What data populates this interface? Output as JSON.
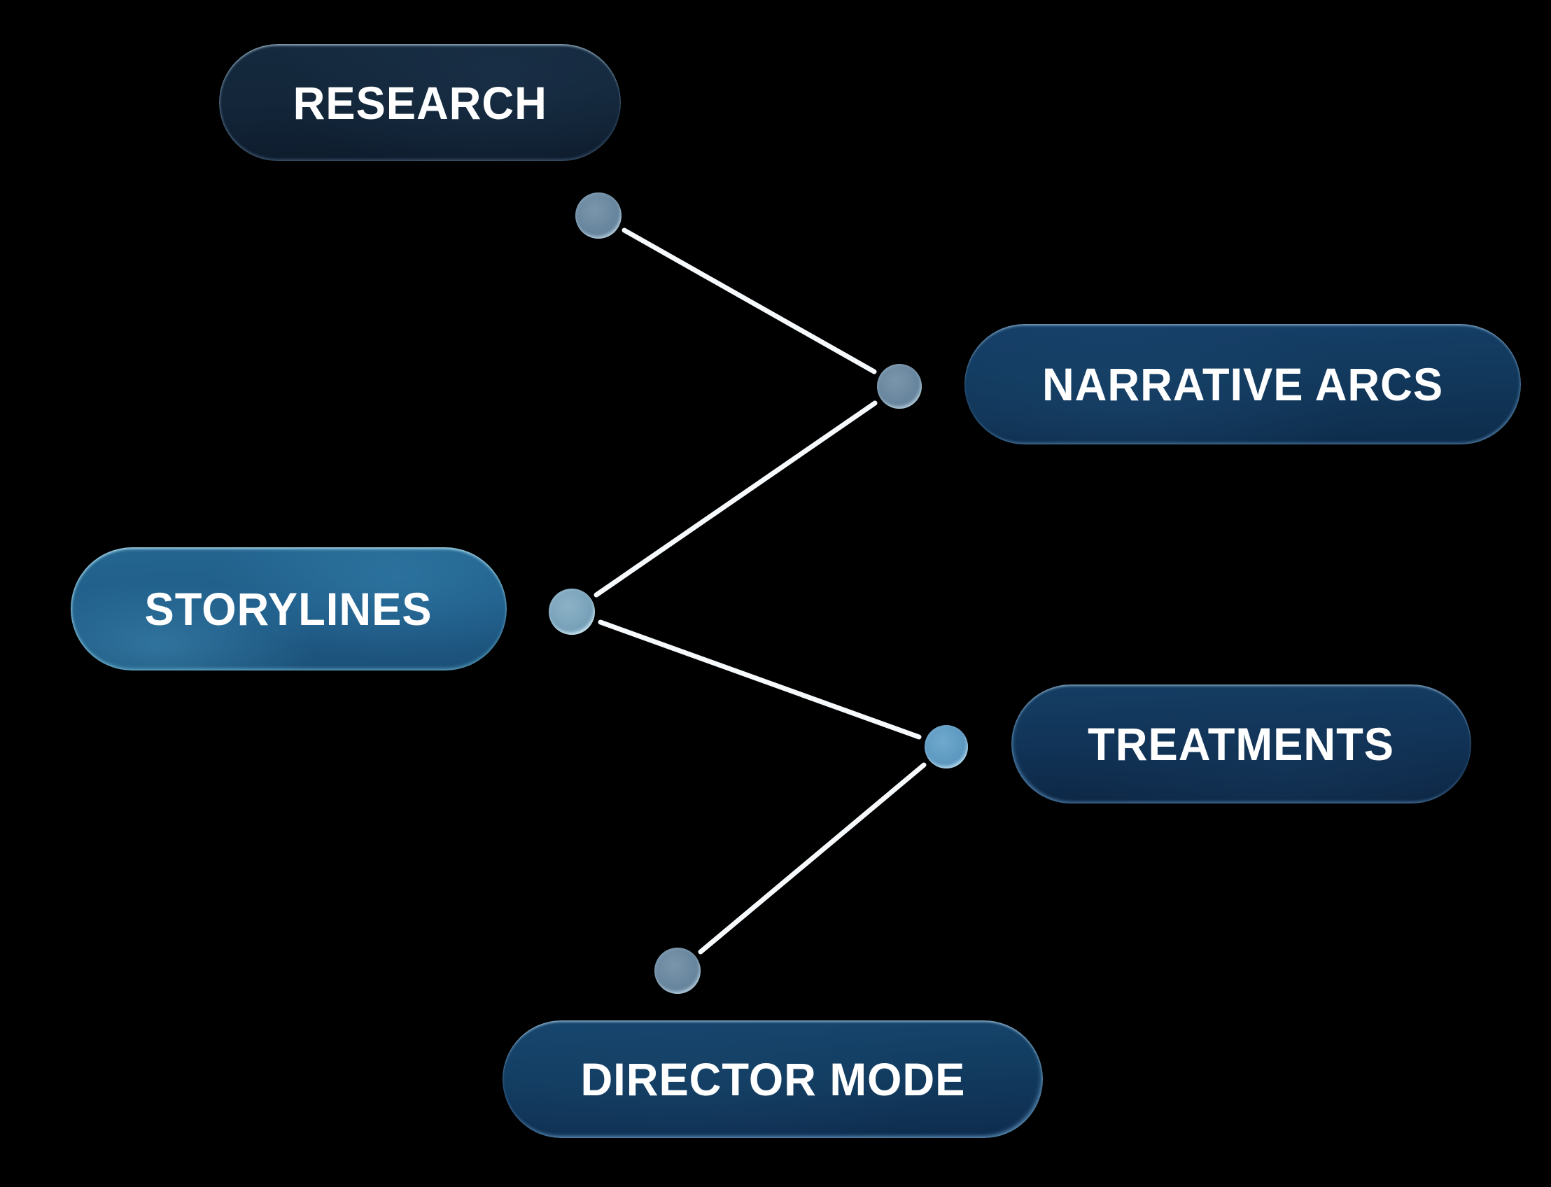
{
  "theme": {
    "background": "#000000",
    "label_text": "#ffffff",
    "connector_line": "#f7fafc"
  },
  "diagram": {
    "nodes": [
      {
        "id": "research",
        "label": "RESEARCH",
        "fill": "#13263a",
        "state": "default"
      },
      {
        "id": "narrative_arcs",
        "label": "NARRATIVE ARCS",
        "fill": "#123a5e",
        "state": "default"
      },
      {
        "id": "storylines",
        "label": "STORYLINES",
        "fill": "#1f5c88",
        "state": "highlighted"
      },
      {
        "id": "treatments",
        "label": "TREATMENTS",
        "fill": "#113458",
        "state": "default"
      },
      {
        "id": "director_mode",
        "label": "DIRECTOR MODE",
        "fill": "#123c60",
        "state": "default"
      }
    ],
    "connections": [
      {
        "from": "research",
        "to": "narrative_arcs"
      },
      {
        "from": "narrative_arcs",
        "to": "storylines"
      },
      {
        "from": "storylines",
        "to": "treatments"
      },
      {
        "from": "treatments",
        "to": "director_mode"
      }
    ],
    "dot_colors": {
      "research": "#68869e",
      "narrative_arcs": "#68869e",
      "storylines": "#79a2ba",
      "treatments": "#5e99c1",
      "director_mode": "#68869e"
    }
  }
}
